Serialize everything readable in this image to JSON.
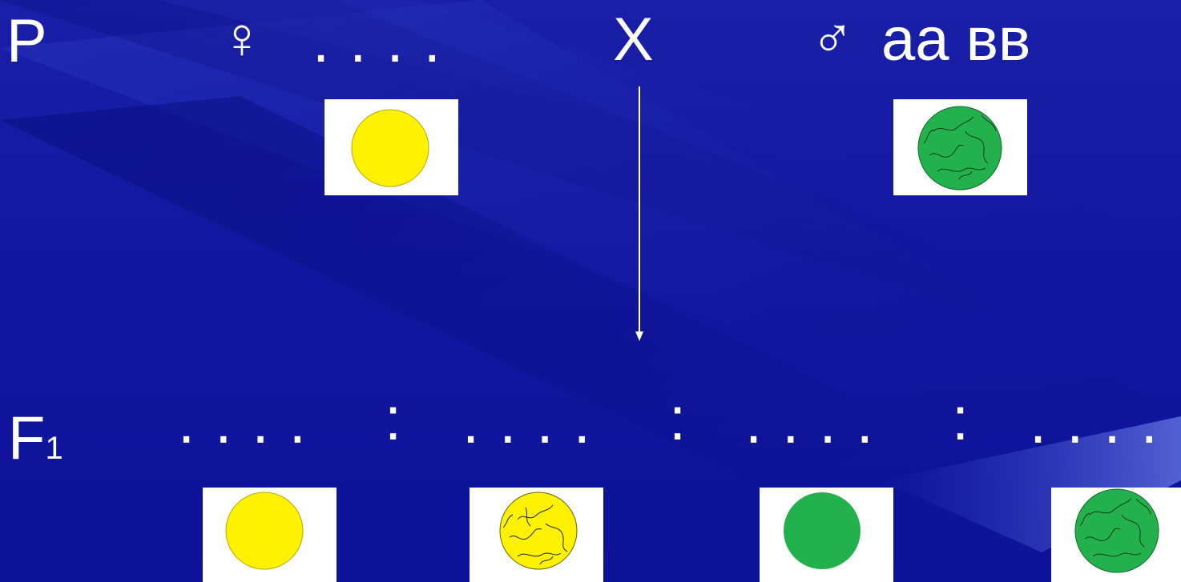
{
  "parents": {
    "row_label": "P",
    "female_symbol": "♀",
    "female_genotype": ". . . .",
    "cross_sign": "X",
    "male_symbol": "♂",
    "male_genotype": "аа вв",
    "female_seed": {
      "color": "yellow",
      "surface": "smooth"
    },
    "male_seed": {
      "color": "green",
      "surface": "wrinkled"
    }
  },
  "offspring": {
    "row_label": "F",
    "row_label_sub": "1",
    "genotypes": [
      ". . . .",
      ". . . .",
      ". . . .",
      ". . . ."
    ],
    "separator": ":",
    "seeds": [
      {
        "color": "yellow",
        "surface": "smooth"
      },
      {
        "color": "yellow",
        "surface": "wrinkled"
      },
      {
        "color": "green",
        "surface": "smooth"
      },
      {
        "color": "green",
        "surface": "wrinkled"
      }
    ]
  },
  "colors": {
    "background": "#1217a0",
    "yellow": "#fff200",
    "green": "#22b14c",
    "card": "#ffffff"
  }
}
